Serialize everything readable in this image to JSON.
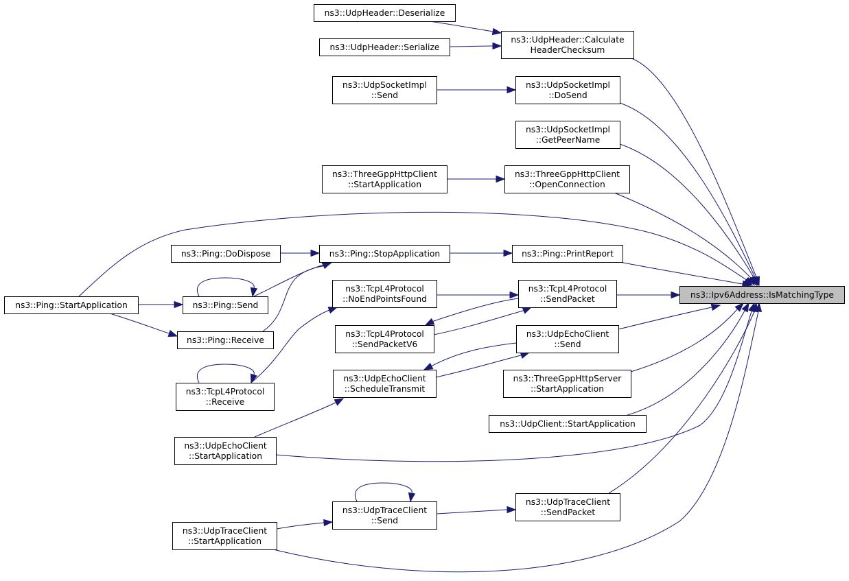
{
  "graph": {
    "root": "ns3::Ipv6Address::IsMatchingType",
    "colors": {
      "edge": "#191970",
      "root_fill": "#bfbfbf",
      "node_fill": "#ffffff",
      "node_border": "#000000"
    },
    "nodes": [
      {
        "id": "root",
        "lines": [
          "ns3::Ipv6Address::IsMatchingType"
        ],
        "root": true
      },
      {
        "id": "udpHdrDeser",
        "lines": [
          "ns3::UdpHeader::Deserialize"
        ]
      },
      {
        "id": "udpHdrSer",
        "lines": [
          "ns3::UdpHeader::Serialize"
        ]
      },
      {
        "id": "udpHdrCalc",
        "lines": [
          "ns3::UdpHeader::Calculate",
          "HeaderChecksum"
        ]
      },
      {
        "id": "udpSockSend",
        "lines": [
          "ns3::UdpSocketImpl",
          "::Send"
        ]
      },
      {
        "id": "udpSockDoSend",
        "lines": [
          "ns3::UdpSocketImpl",
          "::DoSend"
        ]
      },
      {
        "id": "udpSockPeer",
        "lines": [
          "ns3::UdpSocketImpl",
          "::GetPeerName"
        ]
      },
      {
        "id": "httpClientStart",
        "lines": [
          "ns3::ThreeGppHttpClient",
          "::StartApplication"
        ]
      },
      {
        "id": "httpClientOpen",
        "lines": [
          "ns3::ThreeGppHttpClient",
          "::OpenConnection"
        ]
      },
      {
        "id": "pingDispose",
        "lines": [
          "ns3::Ping::DoDispose"
        ]
      },
      {
        "id": "pingStop",
        "lines": [
          "ns3::Ping::StopApplication"
        ]
      },
      {
        "id": "pingReport",
        "lines": [
          "ns3::Ping::PrintReport"
        ]
      },
      {
        "id": "pingStart",
        "lines": [
          "ns3::Ping::StartApplication"
        ]
      },
      {
        "id": "pingSend",
        "lines": [
          "ns3::Ping::Send"
        ]
      },
      {
        "id": "pingReceive",
        "lines": [
          "ns3::Ping::Receive"
        ]
      },
      {
        "id": "tcpNoEnd",
        "lines": [
          "ns3::TcpL4Protocol",
          "::NoEndPointsFound"
        ]
      },
      {
        "id": "tcpSendPacket",
        "lines": [
          "ns3::TcpL4Protocol",
          "::SendPacket"
        ]
      },
      {
        "id": "tcpSendV6",
        "lines": [
          "ns3::TcpL4Protocol",
          "::SendPacketV6"
        ]
      },
      {
        "id": "tcpReceive",
        "lines": [
          "ns3::TcpL4Protocol",
          "::Receive"
        ]
      },
      {
        "id": "echoSched",
        "lines": [
          "ns3::UdpEchoClient",
          "::ScheduleTransmit"
        ]
      },
      {
        "id": "echoSend",
        "lines": [
          "ns3::UdpEchoClient",
          "::Send"
        ]
      },
      {
        "id": "httpServerStart",
        "lines": [
          "ns3::ThreeGppHttpServer",
          "::StartApplication"
        ]
      },
      {
        "id": "udpClientStart",
        "lines": [
          "ns3::UdpClient::StartApplication"
        ]
      },
      {
        "id": "echoStart",
        "lines": [
          "ns3::UdpEchoClient",
          "::StartApplication"
        ]
      },
      {
        "id": "traceSend",
        "lines": [
          "ns3::UdpTraceClient",
          "::Send"
        ]
      },
      {
        "id": "traceSendPacket",
        "lines": [
          "ns3::UdpTraceClient",
          "::SendPacket"
        ]
      },
      {
        "id": "traceStart",
        "lines": [
          "ns3::UdpTraceClient",
          "::StartApplication"
        ]
      }
    ],
    "edges": [
      {
        "from": "udpHdrDeser",
        "to": "udpHdrCalc"
      },
      {
        "from": "udpHdrSer",
        "to": "udpHdrCalc"
      },
      {
        "from": "udpHdrCalc",
        "to": "root"
      },
      {
        "from": "udpSockSend",
        "to": "udpSockDoSend"
      },
      {
        "from": "udpSockDoSend",
        "to": "root"
      },
      {
        "from": "udpSockPeer",
        "to": "root"
      },
      {
        "from": "httpClientStart",
        "to": "httpClientOpen"
      },
      {
        "from": "httpClientOpen",
        "to": "root"
      },
      {
        "from": "pingStart",
        "to": "root"
      },
      {
        "from": "pingDispose",
        "to": "pingStop"
      },
      {
        "from": "pingStop",
        "to": "pingReport"
      },
      {
        "from": "pingReport",
        "to": "root"
      },
      {
        "from": "pingStart",
        "to": "pingSend"
      },
      {
        "from": "pingSend",
        "to": "pingSend"
      },
      {
        "from": "pingSend",
        "to": "pingStop"
      },
      {
        "from": "pingStart",
        "to": "pingReceive"
      },
      {
        "from": "pingReceive",
        "to": "pingStop"
      },
      {
        "from": "tcpNoEnd",
        "to": "tcpSendPacket"
      },
      {
        "from": "tcpSendPacket",
        "to": "root"
      },
      {
        "from": "tcpSendPacket",
        "to": "tcpSendV6"
      },
      {
        "from": "tcpSendV6",
        "to": "tcpSendPacket"
      },
      {
        "from": "tcpReceive",
        "to": "tcpReceive"
      },
      {
        "from": "tcpReceive",
        "to": "tcpNoEnd"
      },
      {
        "from": "echoSend",
        "to": "root"
      },
      {
        "from": "echoSend",
        "to": "echoSched"
      },
      {
        "from": "echoSched",
        "to": "echoSend"
      },
      {
        "from": "echoStart",
        "to": "echoSched"
      },
      {
        "from": "httpServerStart",
        "to": "root"
      },
      {
        "from": "udpClientStart",
        "to": "root"
      },
      {
        "from": "echoStart",
        "to": "root"
      },
      {
        "from": "traceSend",
        "to": "traceSend"
      },
      {
        "from": "traceStart",
        "to": "traceSend"
      },
      {
        "from": "traceSend",
        "to": "traceSendPacket"
      },
      {
        "from": "traceSendPacket",
        "to": "root"
      },
      {
        "from": "traceStart",
        "to": "root"
      }
    ]
  }
}
